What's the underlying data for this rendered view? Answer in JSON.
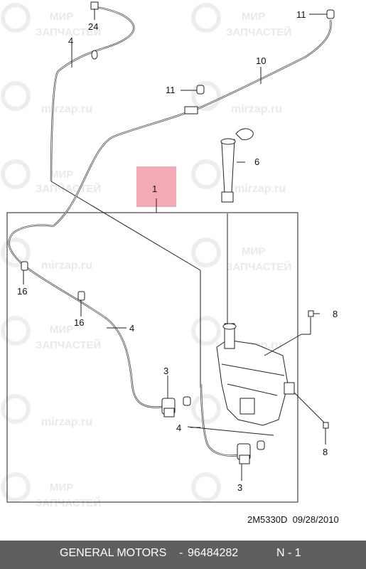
{
  "watermark": {
    "text_ru_line1": "МИР",
    "text_ru_line2": "ЗАПЧАСТЕЙ",
    "text_domain": "mirzap.ru"
  },
  "callouts": {
    "c1": "1",
    "c3a": "3",
    "c3b": "3",
    "c4a": "4",
    "c4b": "4",
    "c4c": "4",
    "c6": "6",
    "c8a": "8",
    "c8b": "8",
    "c10": "10",
    "c11a": "11",
    "c11b": "11",
    "c16a": "16",
    "c16b": "16",
    "c24": "24"
  },
  "drawing": {
    "code": "2M5330D",
    "date": "09/28/2010"
  },
  "footer": {
    "brand": "GENERAL MOTORS",
    "separator": "-",
    "part_number": "96484282",
    "index": "N - 1"
  },
  "colors": {
    "highlight": "#f4aab4",
    "footer_bg": "#5f5f5f",
    "watermark": "#e9e9e9"
  }
}
